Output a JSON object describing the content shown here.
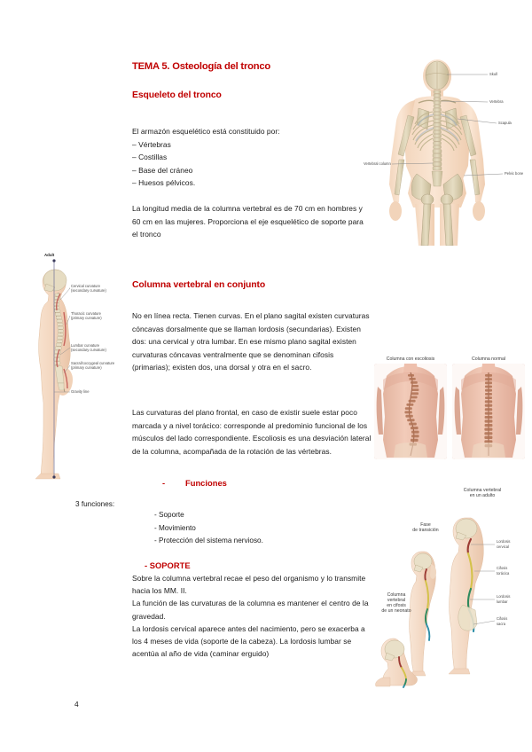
{
  "document": {
    "page_number": "4",
    "accent_color": "#C00000",
    "text_color": "#1a1a1a",
    "background_color": "#ffffff"
  },
  "content": {
    "title": "TEMA 5. Osteología del tronco",
    "section1_heading": "Esqueleto del tronco",
    "section1_intro": "El armazón esquelético está constituido por:",
    "section1_list": [
      "– Vértebras",
      "– Costillas",
      "– Base del cráneo",
      "– Huesos pélvicos."
    ],
    "section1_paragraph": "La longitud media de la columna vertebral es de 70 cm en hombres y 60 cm en las mujeres. Proporciona el eje esquelético de soporte para el tronco",
    "section2_heading": "Columna vertebral en conjunto",
    "section2_paragraph1": "No en línea recta. Tienen curvas. En el plano sagital existen curvaturas cóncavas dorsalmente que se llaman lordosis (secundarias). Existen dos: una cervical y otra lumbar. En ese mismo plano sagital existen curvaturas cóncavas ventralmente que se denominan cifosis (primarias); existen dos, una dorsal y otra en el sacro.",
    "section2_paragraph2": "Las curvaturas del plano frontal, en caso de existir suele estar poco marcada y a nivel torácico: corresponde al predominio funcional de los músculos del lado correspondiente. Escoliosis es una desviación lateral de la columna, acompañada de la rotación de las vértebras.",
    "funciones_dash": "-",
    "funciones_heading": "Funciones",
    "funciones_lead": "3 funciones:",
    "funciones_list": [
      "- Soporte",
      "- Movimiento",
      "- Protección del sistema nervioso."
    ],
    "soporte_heading": "- SOPORTE",
    "soporte_paragraph": "Sobre la columna vertebral recae el peso del organismo y lo transmite hacia los MM. II.",
    "soporte_paragraph2": "La función de las curvaturas de la columna es mantener el centro de la gravedad.",
    "soporte_paragraph3": "La lordosis cervical aparece antes del nacimiento, pero se exacerba a los 4 meses de vida (soporte de la cabeza). La lordosis lumbar se acentúa al año de vida (caminar erguido)"
  },
  "figures": {
    "skeleton": {
      "name": "posterior-skeleton-diagram",
      "labels": {
        "skull": "Skull",
        "vertebra": "Vertebra",
        "scapula": "Scapula",
        "vertebral_column": "Vertebral column",
        "pelvic_bone": "Pelvic bone"
      }
    },
    "lateral": {
      "name": "adult-lateral-spine-curvatures",
      "title": "Adult",
      "labels": {
        "cervical_l1": "Cervical curvature",
        "cervical_l2": "(secondary curvature)",
        "thoracic_l1": "Thoracic curvature",
        "thoracic_l2": "(primary curvature)",
        "lumbar_l1": "Lumbar curvature",
        "lumbar_l2": "(secondary curvature)",
        "sacral_l1": "Sacral/coccygeal curvature",
        "sacral_l2": "(primary curvature)",
        "gravity": "Gravity line"
      }
    },
    "scoliosis": {
      "name": "scoliosis-vs-normal-spine",
      "caption_left": "Columna con escoliosis",
      "caption_right": "Columna normal"
    },
    "development": {
      "name": "spine-curvature-development",
      "caption_adult_l1": "Columna vertebral",
      "caption_adult_l2": "en un adulto",
      "caption_transition_l1": "Fase",
      "caption_transition_l2": "de transición",
      "caption_neonate_l1": "Columna",
      "caption_neonate_l2": "vertebral",
      "caption_neonate_l3": "en cifosis",
      "caption_neonate_l4": "de un neonato",
      "labels": {
        "lordosis_cervical_l1": "Lordosis",
        "lordosis_cervical_l2": "cervical",
        "cifosis_toracica_l1": "Cifosis",
        "cifosis_toracica_l2": "torácica",
        "lordosis_lumbar_l1": "Lordosis",
        "lordosis_lumbar_l2": "lumbar",
        "cifosis_sacra_l1": "Cifosis",
        "cifosis_sacra_l2": "sacra"
      }
    }
  }
}
